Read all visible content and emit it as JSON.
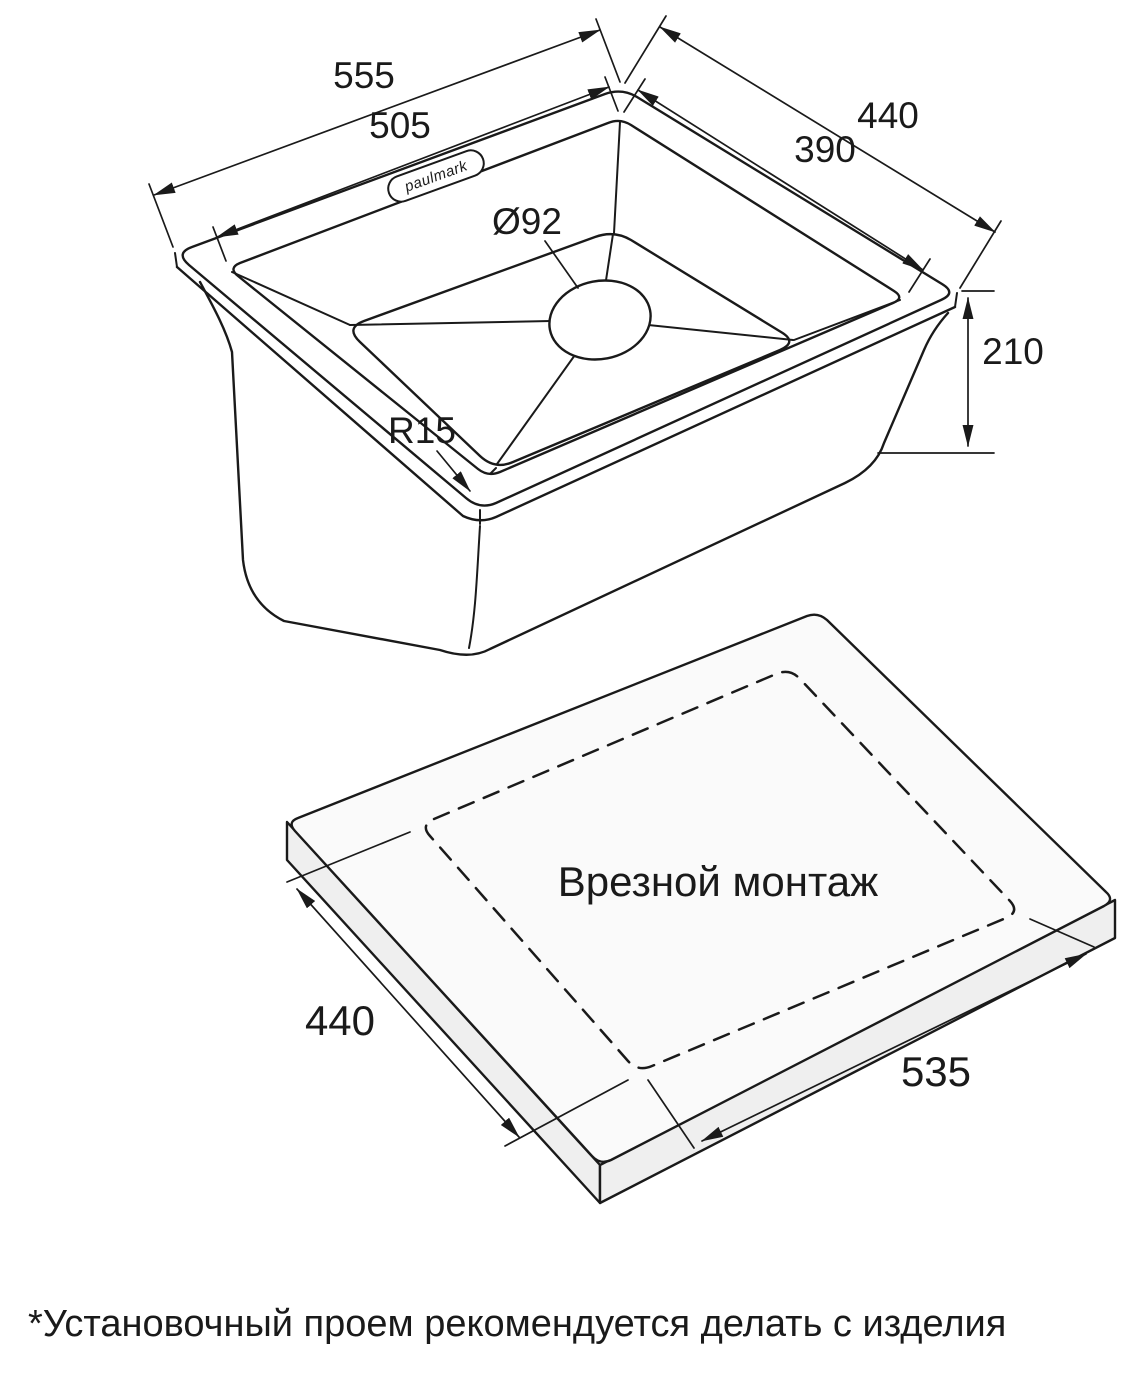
{
  "colors": {
    "line": "#1a1a1a"
  },
  "sink": {
    "brand": "paulmark",
    "outer_width": "555",
    "inner_width": "505",
    "outer_depth": "440",
    "inner_depth": "390",
    "drain_diameter": "Ø92",
    "height": "210",
    "corner_radius": "R15"
  },
  "installation": {
    "label": "Врезной монтаж",
    "cutout_depth": "440",
    "cutout_width": "535"
  },
  "footnote": "*Установочный проем рекомендуется делать с изделия"
}
